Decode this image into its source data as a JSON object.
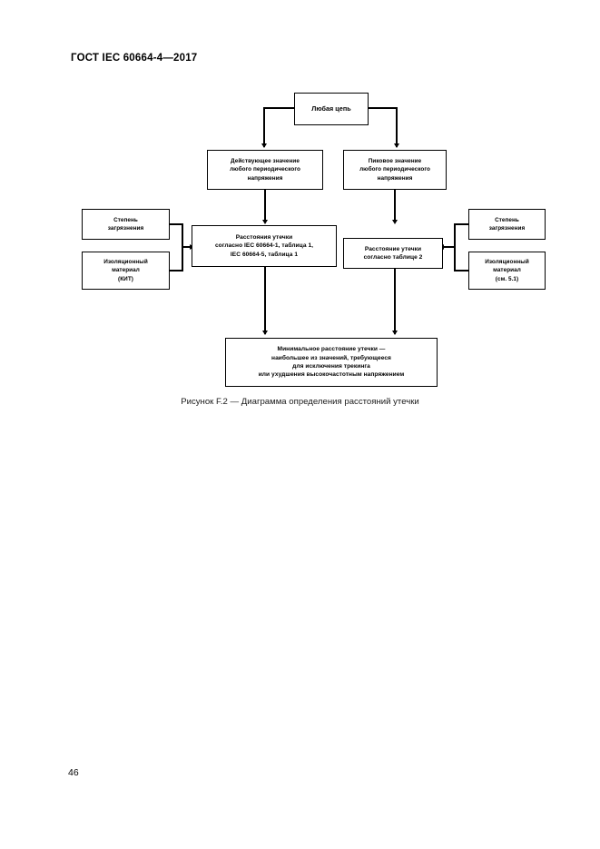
{
  "document": {
    "header": "ГОСТ IEC 60664-4—2017",
    "page_number": "46"
  },
  "figure": {
    "caption": "Рисунок F.2 — Диаграмма определения расстояний утечки",
    "nodes": {
      "any_circuit": "Любая цепь",
      "rms_value": "Действующее значение\nлюбого периодического\nнапряжения",
      "peak_value": "Пиковое значение\nлюбого периодического\nнапряжения",
      "pollution_degree_left": "Степень\nзагрязнения",
      "insulating_material_left": "Изоляционный\nматериал\n(КИТ)",
      "pollution_degree_right": "Степень\nзагрязнения",
      "insulating_material_right": "Изоляционный\nматериал\n(см. 5.1)",
      "creepage_iec": "Расстояния утечки\nсогласно IEC 60664-1, таблица 1,\nIEC 60664-5, таблица 1",
      "creepage_table2": "Расстояние утечки\nсогласно таблице 2",
      "minimum_creepage": "Минимальное расстояние утечки —\nнаибольшее из значений, требующееся\nдля исключения трекинга\nили ухудшения высокочастотным напряжением"
    }
  }
}
